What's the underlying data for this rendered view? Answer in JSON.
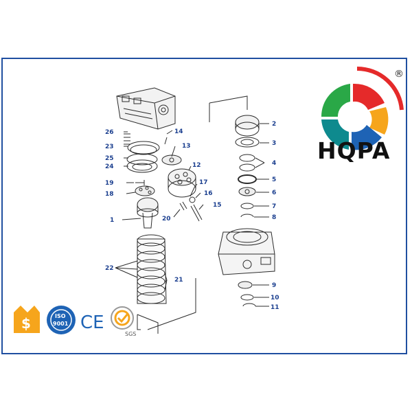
{
  "brand": {
    "name": "HQPA",
    "registered_mark": "®",
    "logo_colors": [
      "#e52a2a",
      "#f6a51c",
      "#2aa847",
      "#1e63b5",
      "#0e8a8e"
    ]
  },
  "certifications": {
    "price_badge": "$",
    "iso_line1": "ISO",
    "iso_line2": "9001",
    "ce": "CE",
    "sgs": "SGS",
    "sgs_arc": "SGS"
  },
  "frame_color": "#1f4fa0",
  "label_color": "#1b3f8f",
  "part_numbers": [
    "1",
    "2",
    "3",
    "4",
    "5",
    "6",
    "7",
    "8",
    "9",
    "10",
    "11",
    "12",
    "13",
    "14",
    "15",
    "16",
    "17",
    "18",
    "19",
    "20",
    "21",
    "22",
    "23",
    "24",
    "25",
    "26"
  ]
}
